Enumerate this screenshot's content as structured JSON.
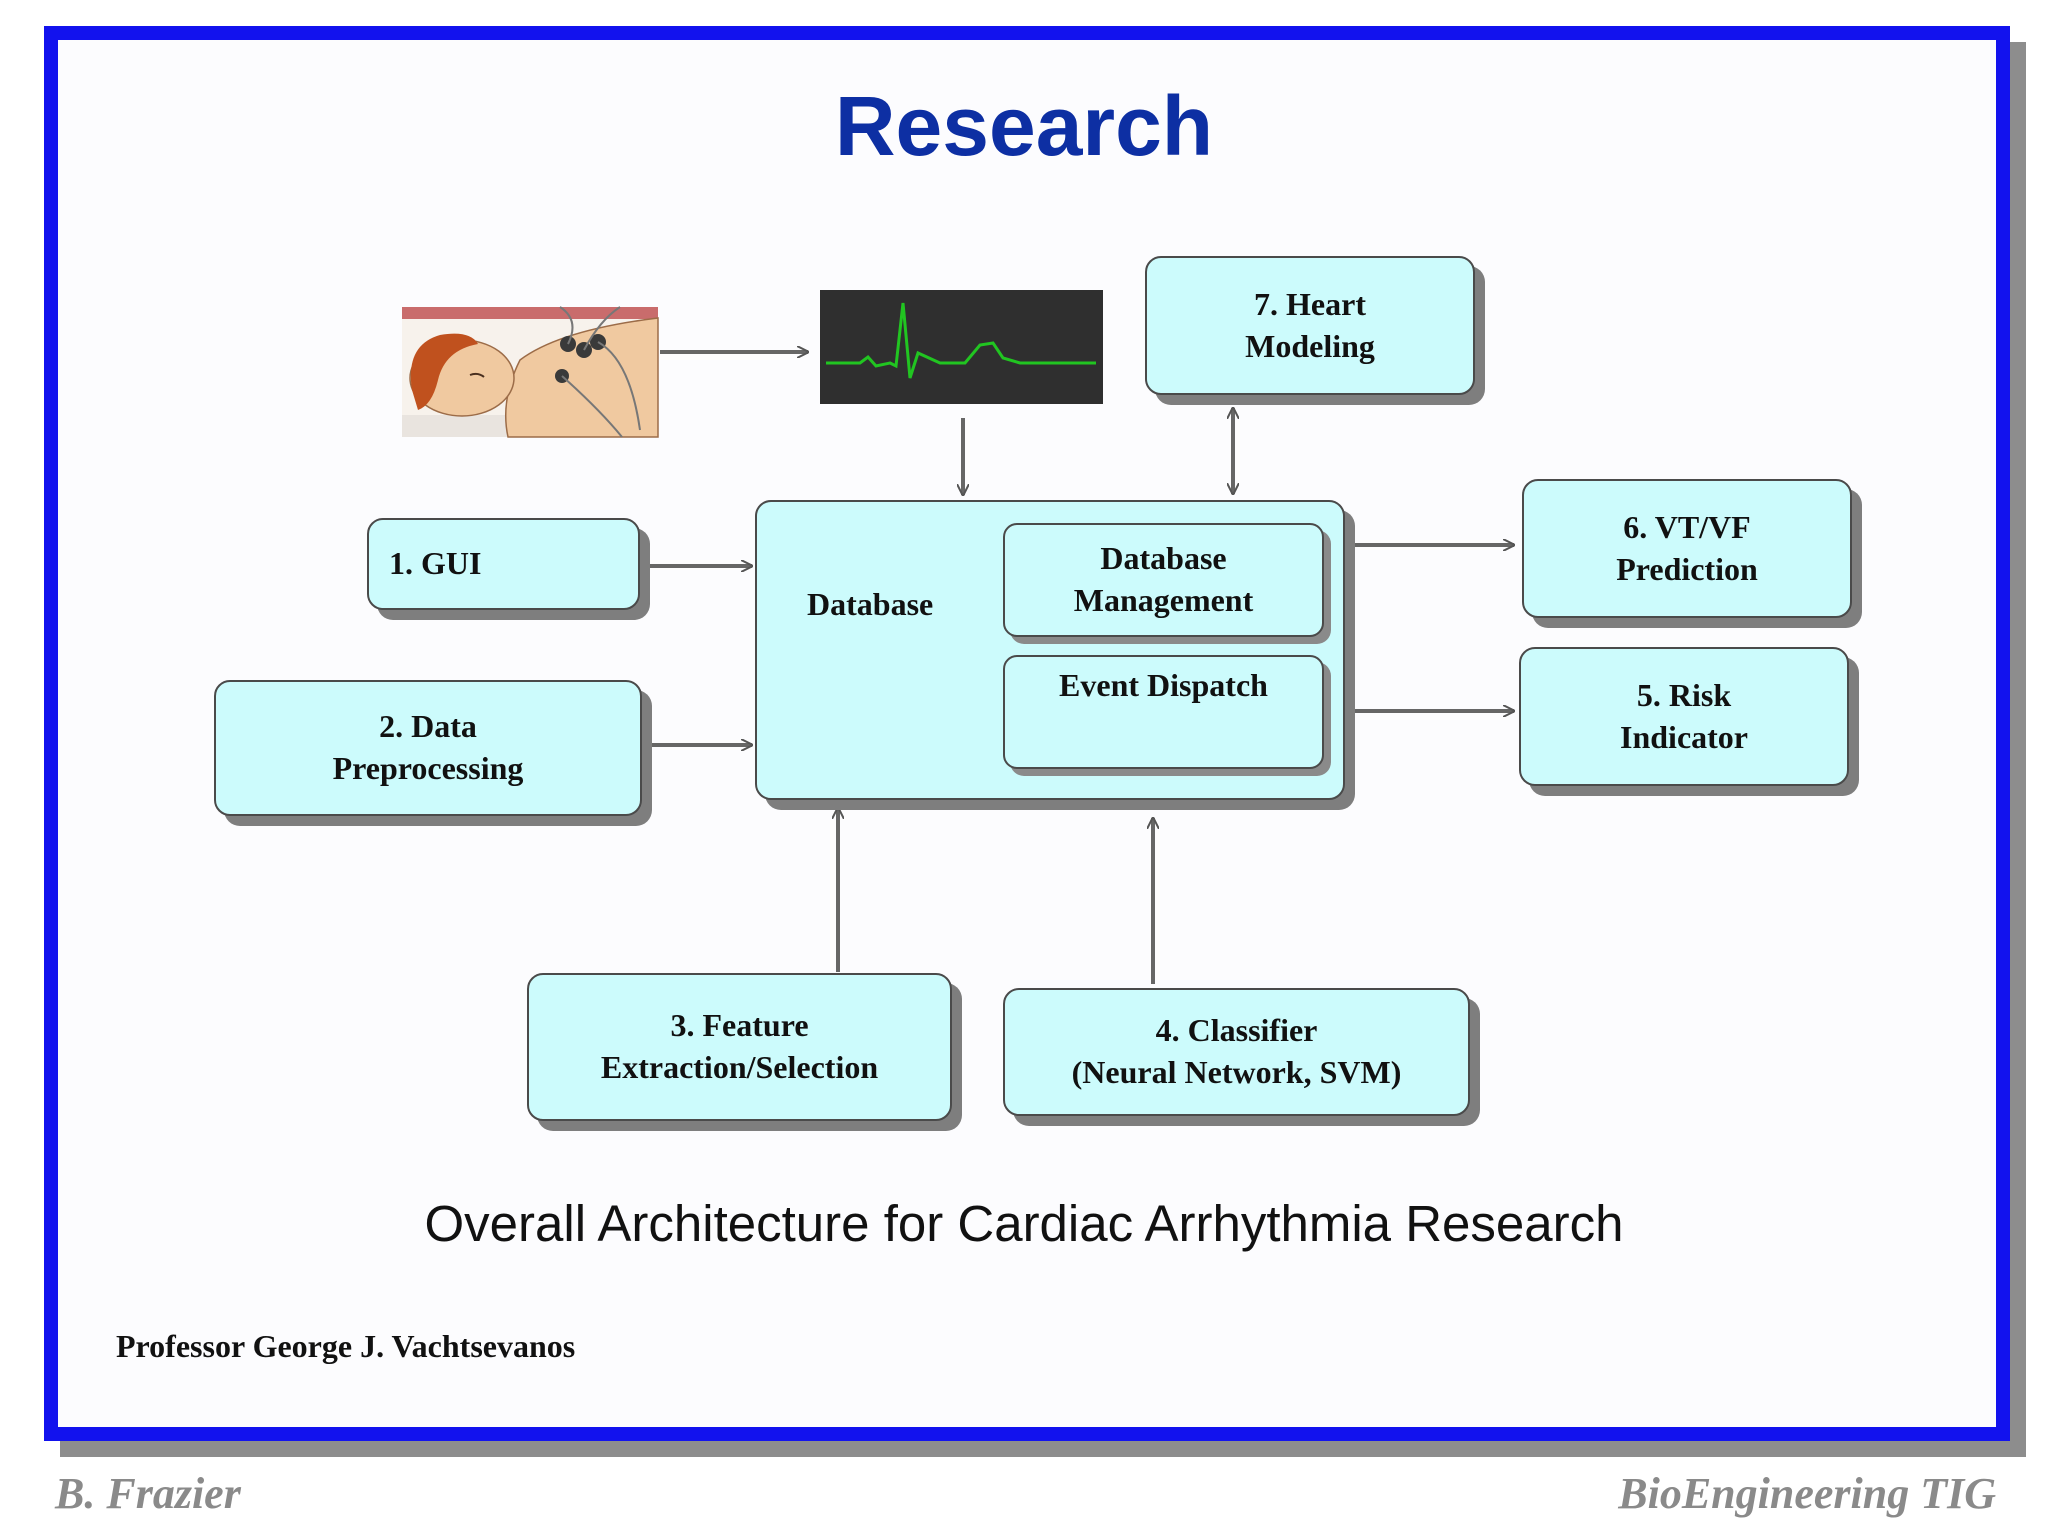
{
  "slide": {
    "title": "Research",
    "caption": "Overall Architecture for Cardiac Arrhythmia Research",
    "professor": "Professor George J. Vachtsevanos",
    "footer_left": "B. Frazier",
    "footer_right": "BioEngineering TIG"
  },
  "diagram": {
    "gui": "1. GUI",
    "preprocessing": "2. Data\nPreprocessing",
    "feature": "3. Feature\nExtraction/Selection",
    "classifier": "4. Classifier\n(Neural Network, SVM)",
    "risk": "5. Risk\nIndicator",
    "vtvf": "6. VT/VF\nPrediction",
    "heart": "7. Heart\nModeling",
    "database_label": "Database",
    "db_management": "Database\nManagement",
    "event_dispatch": "Event Dispatch"
  },
  "colors": {
    "frame": "#1212ee",
    "title": "#0d2fa3",
    "box_fill": "#ccfbfc",
    "ecg_trace": "#21c521",
    "footer": "#8a8a8a"
  },
  "icons": [
    "patient-ecg-image",
    "ecg-monitor-image",
    "database-cylinder-icon"
  ]
}
